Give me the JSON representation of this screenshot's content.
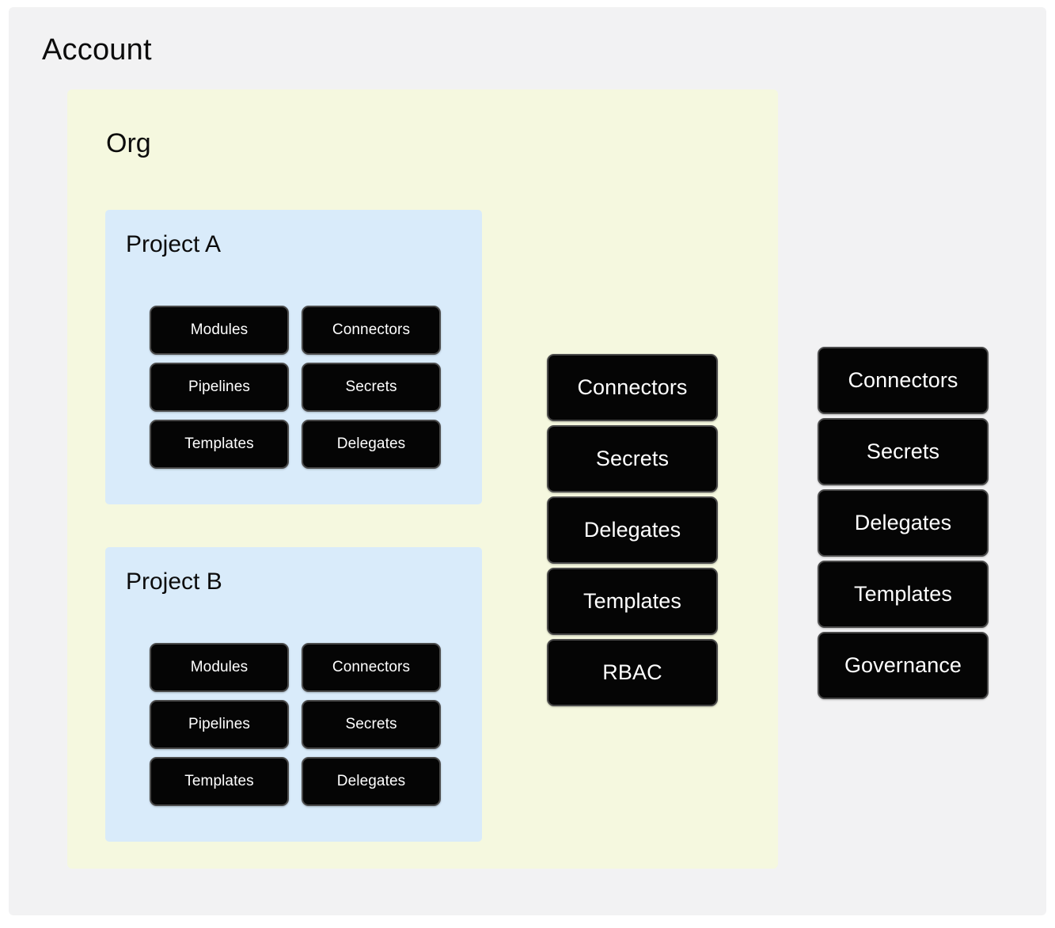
{
  "diagram": {
    "type": "nested-hierarchy",
    "title": "Account",
    "levels": [
      "Account",
      "Org",
      "Project"
    ],
    "colors": {
      "account_background": "#f2f2f3",
      "org_background": "#f5f8df",
      "project_background": "#d9ebfa",
      "button_fill": "#050505",
      "button_border": "#4a4a4a",
      "button_text": "#ffffff",
      "heading_text": "#0c0c0c"
    }
  },
  "account": {
    "title": "Account",
    "resources": [
      {
        "label": "Connectors"
      },
      {
        "label": "Secrets"
      },
      {
        "label": "Delegates"
      },
      {
        "label": "Templates"
      },
      {
        "label": "Governance"
      }
    ]
  },
  "org": {
    "title": "Org",
    "resources": [
      {
        "label": "Connectors"
      },
      {
        "label": "Secrets"
      },
      {
        "label": "Delegates"
      },
      {
        "label": "Templates"
      },
      {
        "label": "RBAC"
      }
    ]
  },
  "projects": [
    {
      "title": "Project A",
      "resources": [
        {
          "label": "Modules"
        },
        {
          "label": "Connectors"
        },
        {
          "label": "Pipelines"
        },
        {
          "label": "Secrets"
        },
        {
          "label": "Templates"
        },
        {
          "label": "Delegates"
        }
      ]
    },
    {
      "title": "Project B",
      "resources": [
        {
          "label": "Modules"
        },
        {
          "label": "Connectors"
        },
        {
          "label": "Pipelines"
        },
        {
          "label": "Secrets"
        },
        {
          "label": "Templates"
        },
        {
          "label": "Delegates"
        }
      ]
    }
  ]
}
